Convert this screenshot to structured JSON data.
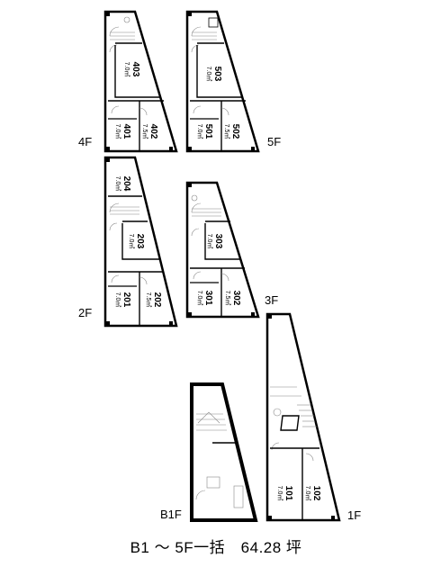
{
  "caption": "B1 ～ 5F一括　64.28 坪",
  "floors": [
    {
      "id": "4F",
      "label": "4F"
    },
    {
      "id": "5F",
      "label": "5F"
    },
    {
      "id": "2F",
      "label": "2F"
    },
    {
      "id": "3F",
      "label": "3F"
    },
    {
      "id": "B1F",
      "label": "B1F"
    },
    {
      "id": "1F",
      "label": "1F"
    }
  ],
  "rooms": [
    {
      "num": "403",
      "area": "7.0㎡"
    },
    {
      "num": "401",
      "area": "7.0㎡"
    },
    {
      "num": "402",
      "area": "7.5㎡"
    },
    {
      "num": "503",
      "area": "7.0㎡"
    },
    {
      "num": "501",
      "area": "7.0㎡"
    },
    {
      "num": "502",
      "area": "7.5㎡"
    },
    {
      "num": "204",
      "area": "7.0㎡"
    },
    {
      "num": "203",
      "area": "7.0㎡"
    },
    {
      "num": "201",
      "area": "7.0㎡"
    },
    {
      "num": "202",
      "area": "7.5㎡"
    },
    {
      "num": "303",
      "area": "7.0㎡"
    },
    {
      "num": "301",
      "area": "7.0㎡"
    },
    {
      "num": "302",
      "area": "7.5㎡"
    },
    {
      "num": "101",
      "area": "7.0㎡"
    },
    {
      "num": "102",
      "area": "7.0㎡"
    }
  ]
}
